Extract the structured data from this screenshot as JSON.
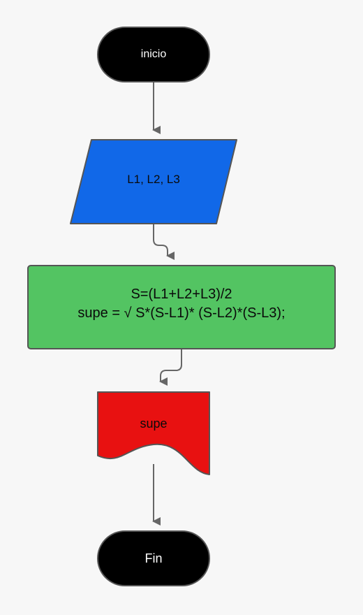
{
  "flowchart": {
    "start": {
      "label": "inicio",
      "fill": "#000000",
      "text_color": "#ffffff"
    },
    "input": {
      "label": "L1, L2, L3",
      "fill": "#1168e8",
      "text_color": "#0a0a0a"
    },
    "process": {
      "line1": "S=(L1+L2+L3)/2",
      "line2": "supe = √ S*(S-L1)* (S-L2)*(S-L3);",
      "fill": "#53c462",
      "text_color": "#0a0a0a"
    },
    "output": {
      "label": "supe",
      "fill": "#e81111",
      "text_color": "#0a0a0a"
    },
    "end": {
      "label": "Fin",
      "fill": "#000000",
      "text_color": "#ffffff"
    },
    "stroke_color": "#555555",
    "connector_color": "#666666"
  }
}
